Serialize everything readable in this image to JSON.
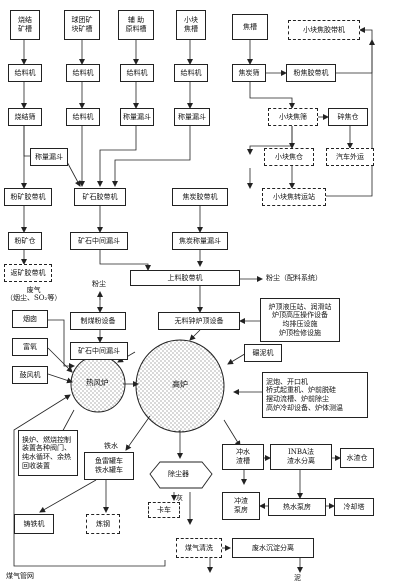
{
  "nodes": {
    "sinter_bin": "烧结\n矿槽",
    "pellet_bin": "球团矿\n块矿槽",
    "aux_bin": "辅  助\n原料槽",
    "smallcoke_bin": "小块\n焦槽",
    "coke_bin": "焦槽",
    "smallcoke_belt_top": "小块焦胶带机",
    "feeder1": "给料机",
    "feeder2": "给料机",
    "feeder3": "给料机",
    "feeder4": "给料机",
    "coke_screen": "焦炭筛",
    "powder_coke_belt": "粉焦胶带机",
    "sinter_screen": "烧结筛",
    "weigh_hopper1": "称量漏斗",
    "weigh_hopper2": "称量漏斗",
    "small_coke_screen": "小块焦筛",
    "broken_coke_bin": "碎焦仓",
    "weigh_hopper3": "称量漏斗",
    "smallcoke_bin2": "小块焦仓",
    "truck_out": "汽车外运",
    "powder_ore_belt": "粉矿胶带机",
    "ore_belt": "矿石胶带机",
    "coke_belt": "焦炭胶带机",
    "smallcoke_transfer": "小块焦转运站",
    "powder_ore_bin": "粉矿仓",
    "ore_mid_hopper1": "矿石中间漏斗",
    "coke_weigh_hopper": "焦炭称量漏斗",
    "return_ore_belt": "返矿胶带机",
    "charging_belt": "上料胶带机",
    "coal_powder_eq": "制煤粉设备",
    "bellless_top": "无料钟炉顶设备",
    "ore_mid_hopper2": "矿石中间漏斗",
    "top_equipment": "炉顶液压站、润滑站\n炉顶高压操作设备\n均排压设施\n炉顶检修设施",
    "chimney": "烟囱",
    "oxygen": "富氧",
    "blower": "鼓风机",
    "hot_stove": "热风炉",
    "blast_furnace": "高炉",
    "clay_gun": "碾泥机",
    "cast_house": "泥炮、开口机\n桥式起重机、炉前脱硅\n摆动流槽、炉前除尘\n高炉冷却设备、炉体测温",
    "stove_control": "换炉、燃烧控制\n装置各种阀门、\n纯水循环、余热\n回收装置",
    "torpedo_car": "鱼雷罐车\n铁水罐车",
    "dust_catcher": "除尘器",
    "truck": "卡车",
    "slag_quench": "冲水\n渣槽",
    "inba": "INBA法\n渣水分离",
    "slag_bin": "水渣仓",
    "slag_pump": "冲渣\n泵房",
    "hot_pump": "热水泵房",
    "cooling_tower": "冷却塔",
    "pig_machine": "铸铁机",
    "steelmaking": "炼钢",
    "gas_cleaning": "煤气清洗",
    "wastewater": "废水沉淀分离"
  },
  "labels": {
    "dust1": "粉尘",
    "dust2": "粉尘（配料系统）",
    "exhaust": "废气\n（烟尘、SO₂等）",
    "hot_metal": "铁水",
    "ash": "灰",
    "sludge": "泥",
    "gas_pipe": "煤气管网"
  }
}
